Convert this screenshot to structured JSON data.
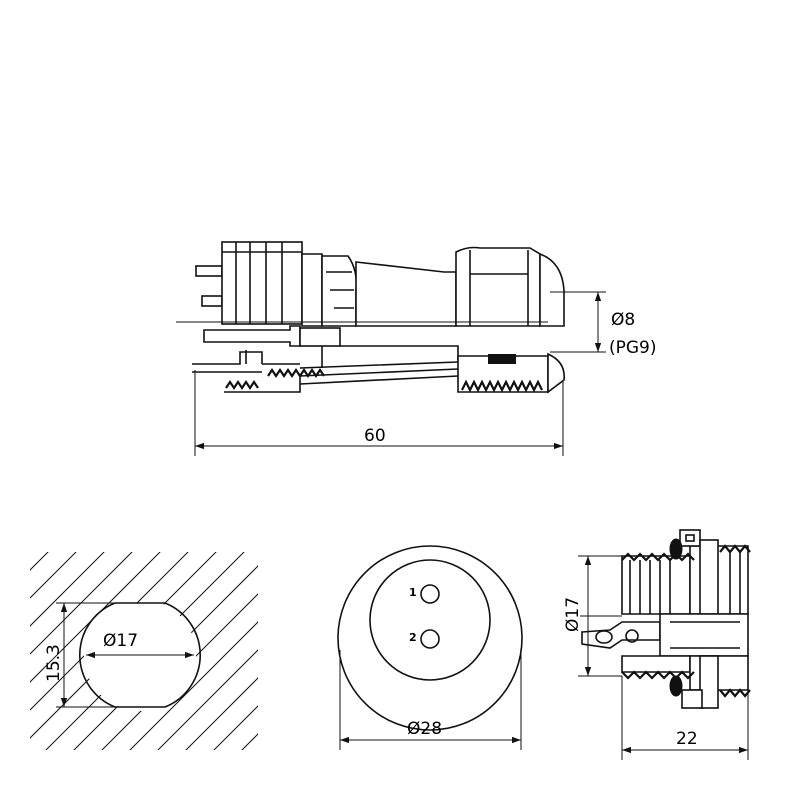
{
  "side_view": {
    "dim_overall_length": "60",
    "dim_cable_diameter": "Ø8",
    "dim_gland_size": "(PG9)"
  },
  "panel_cutout": {
    "dim_hole_diameter": "Ø17",
    "dim_flat_width": "15.3"
  },
  "front_view": {
    "dim_outer_diameter": "Ø28",
    "pin_labels": [
      "1",
      "2"
    ]
  },
  "socket_view": {
    "dim_thread_diameter": "Ø17",
    "dim_length": "22"
  }
}
